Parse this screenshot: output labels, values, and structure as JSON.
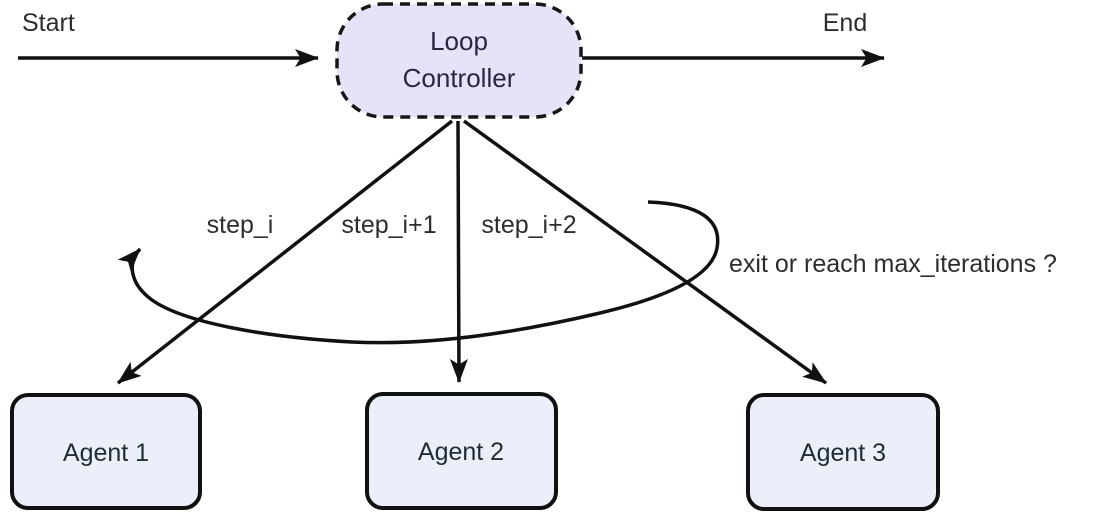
{
  "diagram": {
    "start_label": "Start",
    "end_label": "End",
    "loop_controller": {
      "line1": "Loop",
      "line2": "Controller"
    },
    "edge_labels": {
      "step_i": "step_i",
      "step_i_plus_1": "step_i+1",
      "step_i_plus_2": "step_i+2",
      "loop_condition": "exit or reach max_iterations ?"
    },
    "agents": [
      {
        "label": "Agent 1"
      },
      {
        "label": "Agent 2"
      },
      {
        "label": "Agent 3"
      }
    ],
    "colors": {
      "loop_controller_fill": "#e8e2f8",
      "agent_fill": "#eaeffa",
      "line": "#111111",
      "loop_controller_text": "#2b2545",
      "agent_text": "#222c38",
      "label_text": "#2d2d2d"
    }
  }
}
